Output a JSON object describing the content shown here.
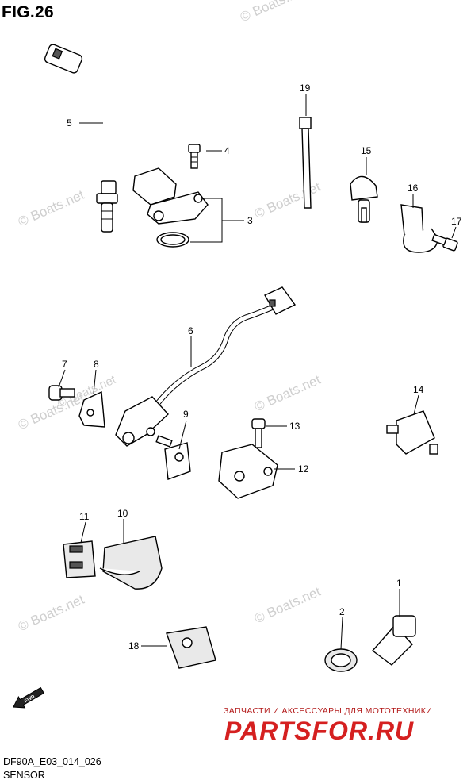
{
  "header": {
    "figure": "FIG.26"
  },
  "footer": {
    "model_code": "DF90A_E03_014_026",
    "section": "SENSOR"
  },
  "watermarks": [
    "© Boats.net",
    "© Boats.net",
    "© Boats.net",
    "© Boats.net",
    "© Boats.net",
    "© Boats.net",
    "© Boats.net",
    "© Boats.net"
  ],
  "promo": {
    "tagline": "ЗАПЧАСТИ И АКСЕССУАРЫ ДЛЯ МОТОТЕХНИКИ",
    "logo": "PARTSFOR.RU"
  },
  "fwd_label": "FWD",
  "callouts": [
    "1",
    "2",
    "3",
    "4",
    "5",
    "6",
    "7",
    "8",
    "9",
    "10",
    "11",
    "12",
    "13",
    "14",
    "15",
    "16",
    "17",
    "18",
    "19"
  ],
  "colors": {
    "promo": "#d52020",
    "watermark": "#cfcfcf"
  }
}
